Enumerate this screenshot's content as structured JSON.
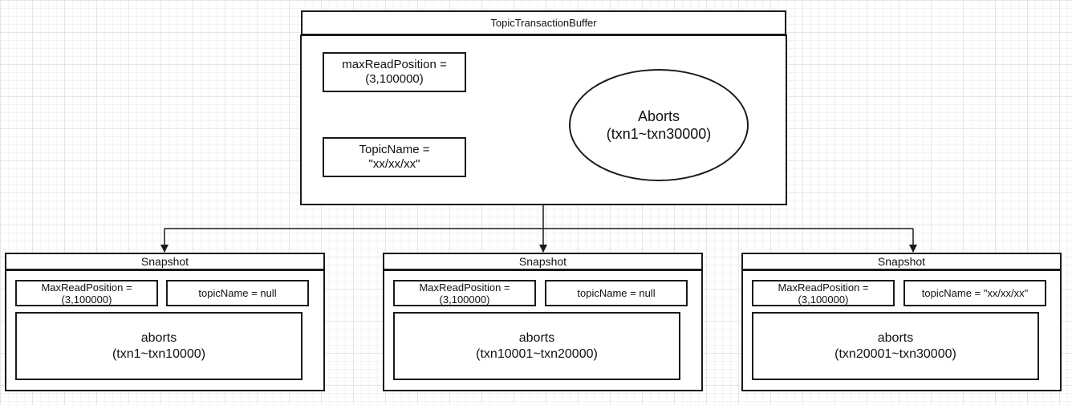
{
  "transaction_buffer": {
    "title": "TopicTransactionBuffer",
    "max_read_position": "maxReadPosition =\n(3,100000)",
    "topic_name": "TopicName =\n\"xx/xx/xx\"",
    "aborts": "Aborts\n(txn1~txn30000)"
  },
  "snapshots": [
    {
      "title": "Snapshot",
      "max_read_position": "MaxReadPosition =\n(3,100000)",
      "topic_name": "topicName = null",
      "aborts": "aborts\n(txn1~txn10000)"
    },
    {
      "title": "Snapshot",
      "max_read_position": "MaxReadPosition =\n(3,100000)",
      "topic_name": "topicName = null",
      "aborts": "aborts\n(txn10001~txn20000)"
    },
    {
      "title": "Snapshot",
      "max_read_position": "MaxReadPosition =\n(3,100000)",
      "topic_name": "topicName = \"xx/xx/xx\"",
      "aborts": "aborts\n(txn20001~txn30000)"
    }
  ]
}
